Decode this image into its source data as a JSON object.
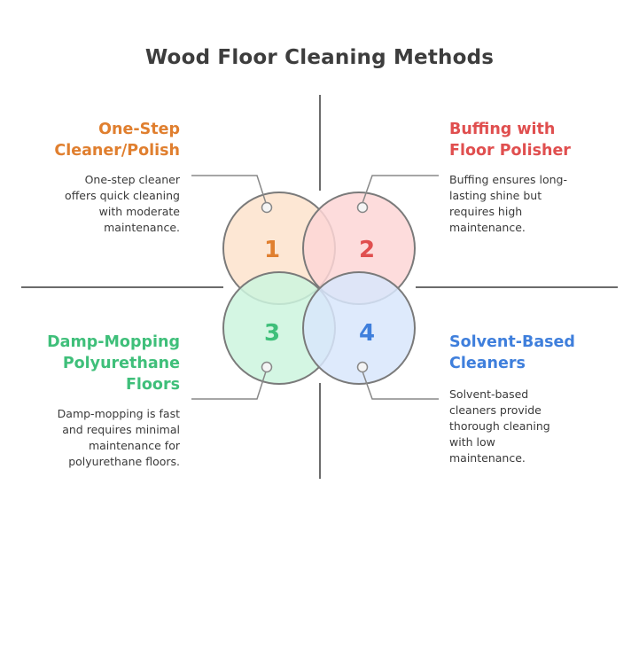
{
  "title": "Wood Floor Cleaning Methods",
  "quadrants": [
    {
      "number": "1",
      "heading": "One-Step\nCleaner/Polish",
      "description": "One-step cleaner\noffers quick cleaning\nwith moderate\nmaintenance.",
      "color": "#e07f2f",
      "fill": "#fde3cc"
    },
    {
      "number": "2",
      "heading": "Buffing with\nFloor Polisher",
      "description": "Buffing ensures long-\nlasting shine but\nrequires high\nmaintenance.",
      "color": "#e04f4f",
      "fill": "#fdd6d6"
    },
    {
      "number": "3",
      "heading": "Damp-Mopping\nPolyurethane\nFloors",
      "description": "Damp-mopping is fast\nand requires minimal\nmaintenance for\npolyurethane floors.",
      "color": "#3fbf7a",
      "fill": "#ccf5de"
    },
    {
      "number": "4",
      "heading": "Solvent-Based\nCleaners",
      "description": "Solvent-based\ncleaners provide\nthorough cleaning\nwith low\nmaintenance.",
      "color": "#3f7fdc",
      "fill": "#d8e6fc"
    }
  ]
}
